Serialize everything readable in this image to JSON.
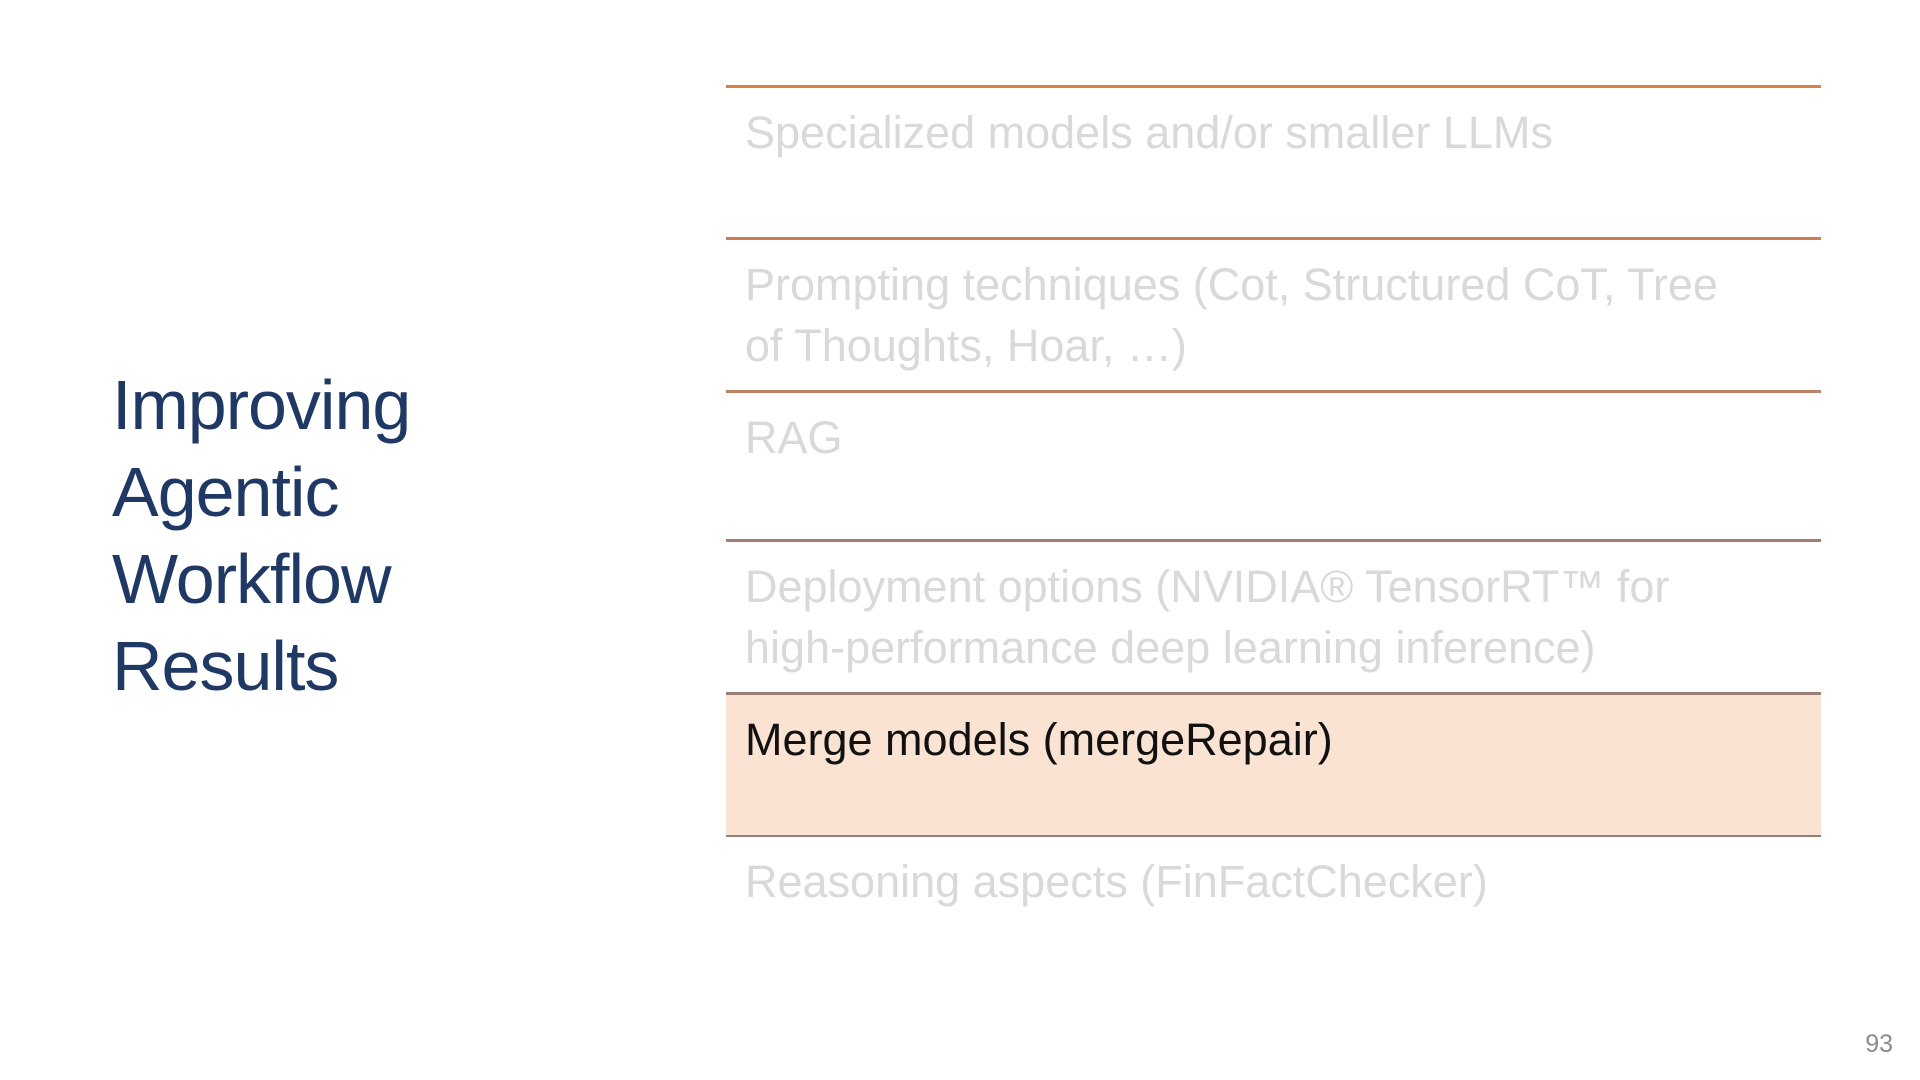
{
  "slide": {
    "title": {
      "lines": [
        "Improving",
        "Agentic",
        "Workflow",
        "Results"
      ],
      "color": "#1f3864"
    },
    "agenda": {
      "items": [
        {
          "label": "Specialized models and/or smaller LLMs",
          "lines": [
            "Specialized models and/or smaller LLMs",
            ""
          ],
          "state": "inactive",
          "top_border": "#dd8047",
          "bottom_border": null,
          "background": null,
          "text_color": "#d9d9d9"
        },
        {
          "label": "Prompting techniques (Cot, Structured CoT, Tree of Thoughts, Hoar, …)",
          "lines": [
            "Prompting techniques (Cot, Structured CoT, Tree",
            "of Thoughts, Hoar, …)"
          ],
          "state": "inactive",
          "top_border": "#cd7b52",
          "bottom_border": null,
          "background": null,
          "text_color": "#d9d9d9"
        },
        {
          "label": "RAG",
          "lines": [
            "RAG",
            ""
          ],
          "state": "inactive",
          "top_border": "#bc8167",
          "bottom_border": null,
          "background": null,
          "text_color": "#d9d9d9"
        },
        {
          "label": "Deployment options (NVIDIA® TensorRT™ for high-performance deep learning inference)",
          "lines": [
            "Deployment options (NVIDIA® TensorRT™ for",
            "high-performance deep learning inference)"
          ],
          "state": "inactive",
          "top_border": "#a17f73",
          "bottom_border": null,
          "background": null,
          "text_color": "#d9d9d9"
        },
        {
          "label": "Merge models (mergeRepair)",
          "lines": [
            "Merge models (mergeRepair)",
            ""
          ],
          "state": "highlighted",
          "top_border": "#9b8077",
          "bottom_border": "#958079",
          "background": "#fae3d3",
          "text_color": "#111111"
        },
        {
          "label": "Reasoning aspects (FinFactChecker)",
          "lines": [
            "Reasoning aspects (FinFactChecker)",
            ""
          ],
          "state": "inactive",
          "top_border": null,
          "bottom_border": null,
          "background": null,
          "text_color": "#d9d9d9"
        }
      ]
    },
    "page_number": "93"
  }
}
